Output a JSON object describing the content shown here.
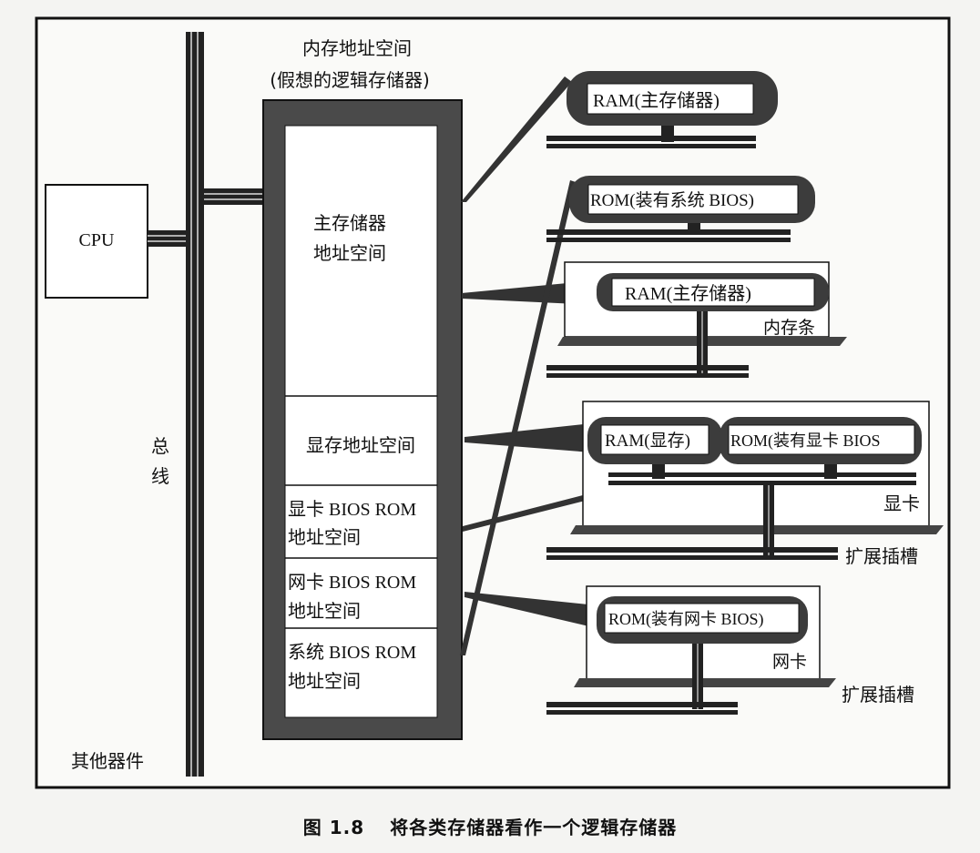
{
  "diagram": {
    "cpu_label": "CPU",
    "bus_label_1": "总",
    "bus_label_2": "线",
    "other_devices": "其他器件",
    "logical_title_1": "内存地址空间",
    "logical_title_2": "(假想的逻辑存储器)",
    "segments": {
      "main_1": "主存储器",
      "main_2": "地址空间",
      "vram": "显存地址空间",
      "vga_1": "显卡 BIOS ROM",
      "vga_2": "地址空间",
      "nic_1": "网卡 BIOS ROM",
      "nic_2": "地址空间",
      "sys_1": "系统 BIOS ROM",
      "sys_2": "地址空间"
    },
    "chips": {
      "ram_main_top": "RAM(主存储器)",
      "rom_system": "ROM(装有系统 BIOS)",
      "ram_main_stick": "RAM(主存储器)",
      "ram_vram": "RAM(显存)",
      "rom_vga": "ROM(装有显卡 BIOS",
      "rom_nic": "ROM(装有网卡 BIOS)"
    },
    "boards": {
      "memory_stick": "内存条",
      "video_card": "显卡",
      "network_card": "网卡",
      "slot_1": "扩展插槽",
      "slot_2": "扩展插槽"
    }
  },
  "caption": {
    "number": "图 1.8",
    "title": "将各类存储器看作一个逻辑存储器"
  }
}
